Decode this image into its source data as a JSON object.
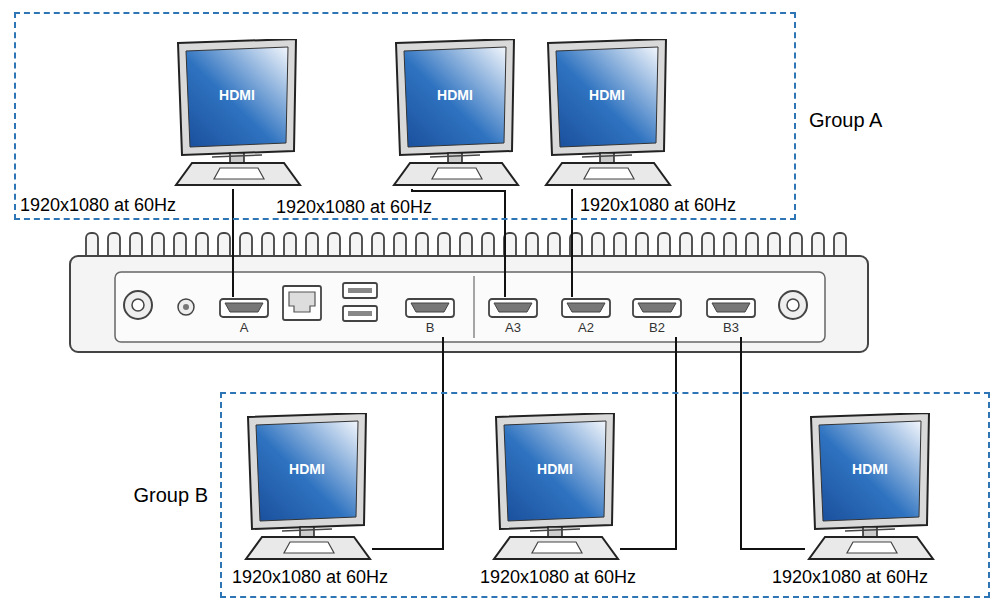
{
  "diagram": {
    "nodes": [
      {
        "text": [
          "Group A"
        ]
      },
      {
        "text": [
          "HDMI"
        ],
        "in": 0
      },
      {
        "text": [
          "HDMI"
        ],
        "in": 0
      },
      {
        "text": [
          "HDMI"
        ],
        "in": 0
      },
      {
        "text": [
          "A"
        ]
      },
      {
        "text": [
          "B"
        ]
      },
      {
        "text": [
          "A3"
        ]
      },
      {
        "text": [
          "A2"
        ]
      },
      {
        "text": [
          "B2"
        ]
      },
      {
        "text": [
          "B3"
        ]
      },
      {
        "text": [
          "Group B"
        ]
      },
      {
        "text": [
          "HDMI"
        ],
        "in": 10
      },
      {
        "text": [
          "HDMI"
        ],
        "in": 10
      },
      {
        "text": [
          "HDMI"
        ],
        "in": 10
      }
    ],
    "edges": [
      {
        "from": 1,
        "to": 4,
        "arrow": "none"
      },
      {
        "from": 2,
        "to": 6,
        "arrow": "none"
      },
      {
        "from": 3,
        "to": 7,
        "arrow": "none"
      },
      {
        "from": 5,
        "to": 11,
        "arrow": "none"
      },
      {
        "from": 8,
        "to": 12,
        "arrow": "none"
      },
      {
        "from": 9,
        "to": 13,
        "arrow": "none"
      }
    ],
    "labels": [
      "1920x1080 at 60Hz",
      "1920x1080 at 60Hz",
      "1920x1080 at 60Hz",
      "1920x1080 at 60Hz",
      "1920x1080 at 60Hz",
      "1920x1080 at 60Hz"
    ]
  }
}
